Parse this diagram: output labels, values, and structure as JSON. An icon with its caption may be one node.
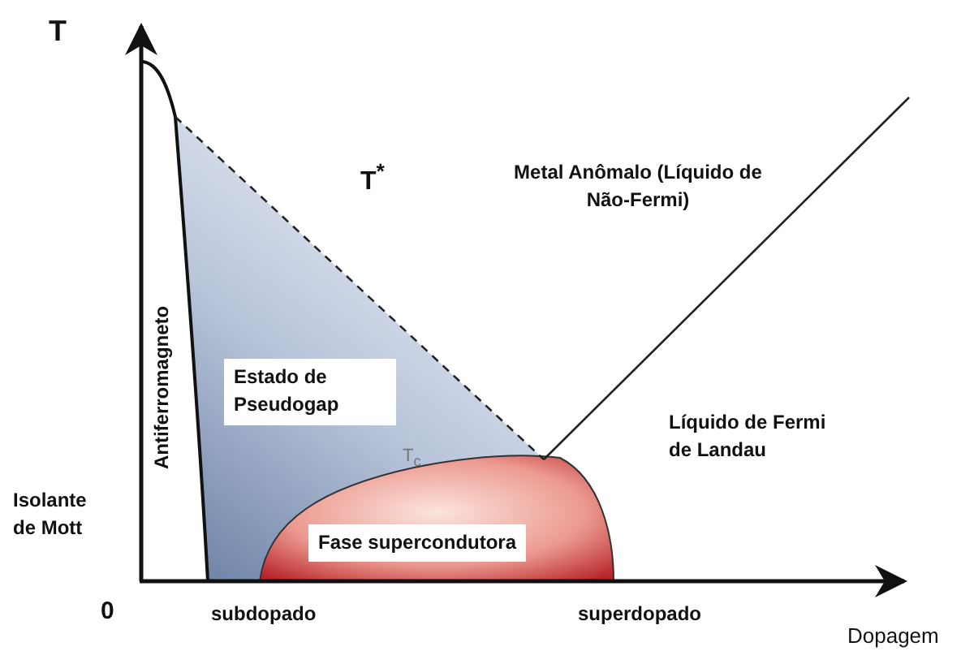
{
  "diagram": {
    "labels": [
      "T",
      "T$^{*}$",
      "Metal Anômalo (Líquido de Não-Fermi)",
      "Antiferromagneto",
      "Estado de Pseudogap",
      "Líquido de Fermi de Landau",
      "T$_{c}$",
      "Isolante de Mott",
      "Fase supercondutora",
      "0",
      "subdopado",
      "superdopado",
      "Dopagem"
    ]
  }
}
